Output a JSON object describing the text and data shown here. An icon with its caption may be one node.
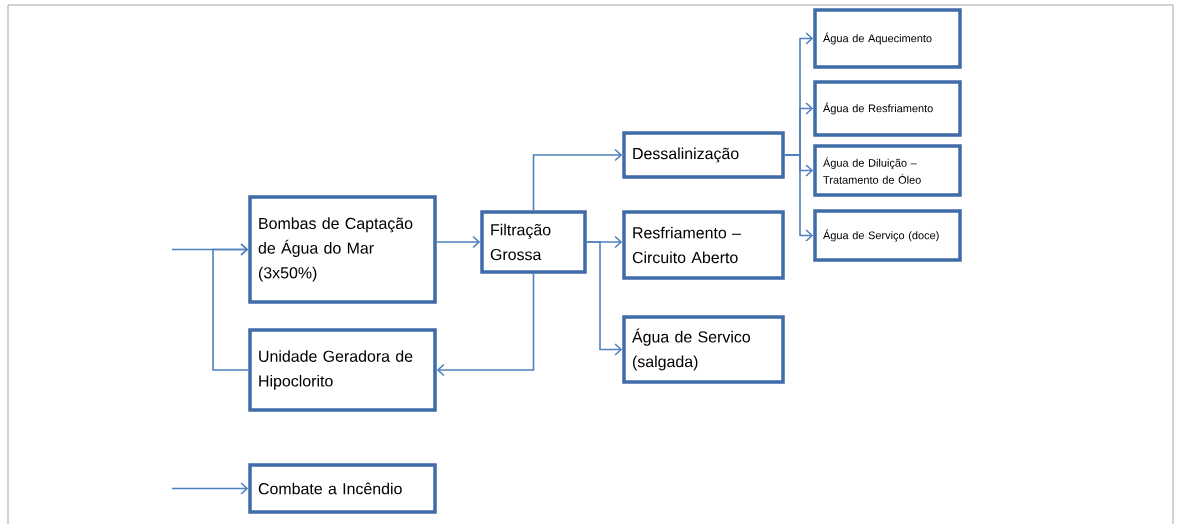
{
  "diagram": {
    "nodes": [
      {
        "text": [
          "Bombas de Captação de Água do Mar (3x50%)"
        ]
      },
      {
        "text": [
          "Filtração Grossa"
        ]
      },
      {
        "text": [
          "Dessalinização"
        ]
      },
      {
        "text": [
          "Resfriamento – Circuito Aberto"
        ]
      },
      {
        "text": [
          "Água de Servico (salgada)"
        ]
      },
      {
        "text": [
          "Unidade Geradora de Hipoclorito"
        ]
      },
      {
        "text": [
          "Água de Aquecimento"
        ]
      },
      {
        "text": [
          "Água de Resfriamento"
        ]
      },
      {
        "text": [
          "Água de Diluição – Tratamento de Óleo"
        ]
      },
      {
        "text": [
          "Água de Serviço (doce)"
        ]
      },
      {
        "text": [
          "Combate a Incêndio"
        ]
      }
    ],
    "edges": [
      {
        "from": null,
        "to": 0,
        "arrow": "to"
      },
      {
        "from": 5,
        "to": 0,
        "arrow": "to"
      },
      {
        "from": 0,
        "to": 1,
        "arrow": "to"
      },
      {
        "from": 1,
        "to": 2,
        "arrow": "to"
      },
      {
        "from": 1,
        "to": 3,
        "arrow": "to"
      },
      {
        "from": 1,
        "to": 4,
        "arrow": "to"
      },
      {
        "from": 1,
        "to": 5,
        "arrow": "to"
      },
      {
        "from": 2,
        "to": 6,
        "arrow": "to"
      },
      {
        "from": 2,
        "to": 7,
        "arrow": "to"
      },
      {
        "from": 2,
        "to": 8,
        "arrow": "to"
      },
      {
        "from": 2,
        "to": 9,
        "arrow": "to"
      },
      {
        "from": null,
        "to": 10,
        "arrow": "to"
      }
    ]
  }
}
